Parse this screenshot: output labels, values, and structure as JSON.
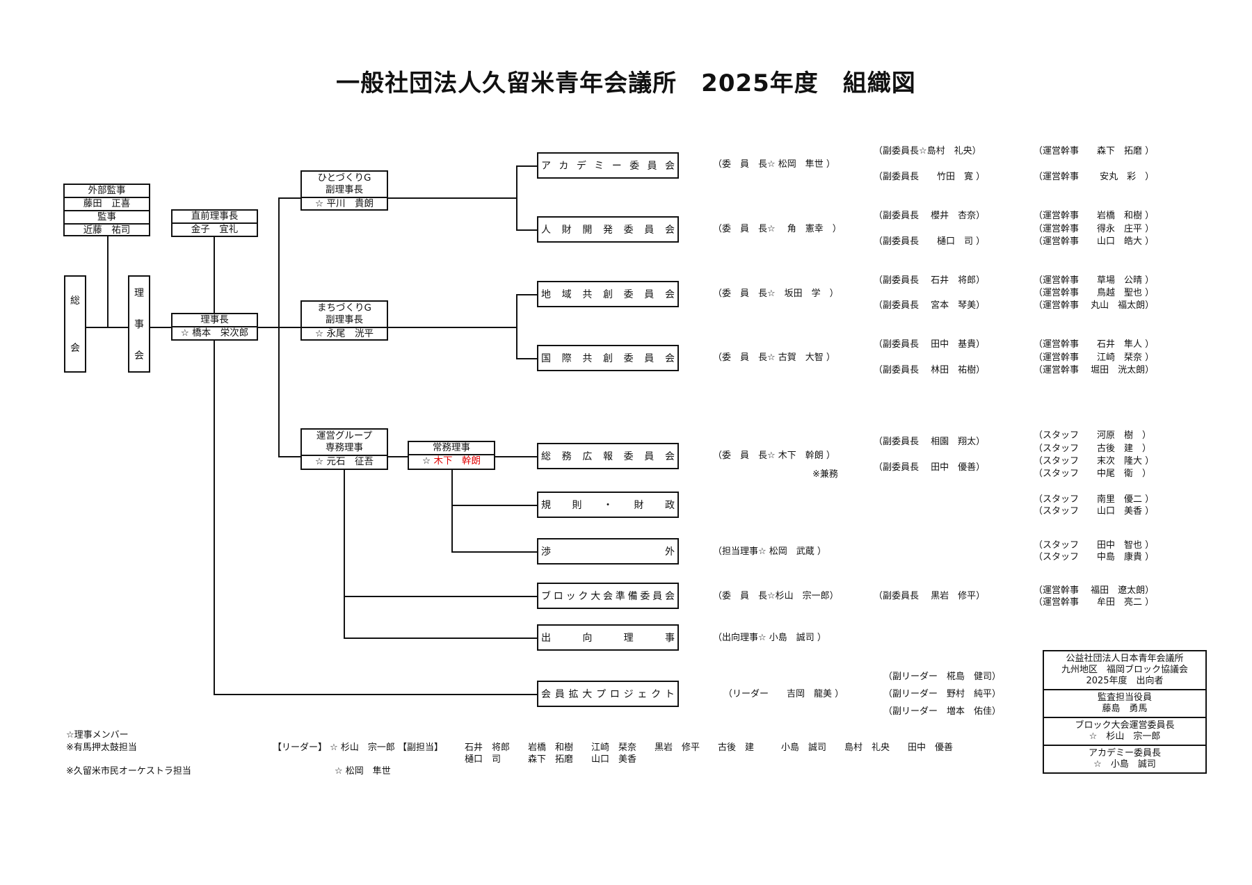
{
  "title": "一般社団法人久留米青年会議所　2025年度　組織図",
  "left": {
    "soukai": [
      "総",
      "会"
    ],
    "rijikai": [
      "理",
      "事",
      "会"
    ],
    "auditors": {
      "external_title": "外部監事",
      "external_name": "藤田　正喜",
      "auditor_title": "監事",
      "auditor_name": "近藤　祐司"
    },
    "past_president": {
      "title": "直前理事長",
      "name": "金子　宜礼"
    },
    "president": {
      "title": "理事長",
      "name": "☆ 橋本　栄次郎"
    }
  },
  "groups": {
    "hitozukuri": {
      "line1": "ひとづくりG",
      "line2": "副理事長",
      "name": "☆ 平川　貴朗"
    },
    "machizukuri": {
      "line1": "まちづくりG",
      "line2": "副理事長",
      "name": "☆ 永尾　洸平"
    },
    "unei": {
      "line1": "運営グループ",
      "line2": "専務理事",
      "name": "☆ 元石　征吾"
    },
    "joumu": {
      "title": "常務理事",
      "star": "☆",
      "name": "木下　幹朗"
    }
  },
  "committees": [
    {
      "label": [
        "ア",
        "カ",
        "デ",
        "ミ",
        "ー",
        "委",
        "員",
        "会"
      ],
      "chair": "（委　員　長☆ 松岡　隼世 ）",
      "vice": [
        "（副委員長☆島村　礼央）",
        "（副委員長　　竹田　寛 ）"
      ],
      "staff": [
        "（運営幹事　　森下　拓磨 ）",
        "（運営幹事　　 安丸　彩　）"
      ]
    },
    {
      "label": [
        "人",
        "財",
        "開",
        "発",
        "委",
        "員",
        "会"
      ],
      "chair": "（委　員　長☆　 角　憲幸　）",
      "vice": [
        "（副委員長　 櫻井　杏奈）",
        "（副委員長　　樋口　司 ）"
      ],
      "staff": [
        "（運営幹事　　岩橋　和樹 ）",
        "（運営幹事　　得永　庄平 ）",
        "（運営幹事　　山口　皓大 ）"
      ]
    },
    {
      "label": [
        "地",
        "域",
        "共",
        "創",
        "委",
        "員",
        "会"
      ],
      "chair": "（委　員　長☆　坂田　学　）",
      "vice": [
        "（副委員長　 石井　将郎）",
        "（副委員長　 宮本　琴美）"
      ],
      "staff": [
        "（運営幹事　　草場　公晴 ）",
        "（運営幹事　　鳥越　聖也 ）",
        "（運営幹事　 丸山　福太朗）"
      ]
    },
    {
      "label": [
        "国",
        "際",
        "共",
        "創",
        "委",
        "員",
        "会"
      ],
      "chair": "（委　員　長☆ 古賀　大智 ）",
      "vice": [
        "（副委員長　 田中　基貴）",
        "（副委員長　 林田　祐樹）"
      ],
      "staff": [
        "（運営幹事　　石井　隼人 ）",
        "（運営幹事　　江崎　栞奈 ）",
        "（運営幹事　 堀田　洸太朗）"
      ]
    },
    {
      "label": [
        "総",
        "務",
        "広",
        "報",
        "委",
        "員",
        "会"
      ],
      "chair": "（委　員　長☆ 木下　幹朗 ）",
      "note": "※兼務",
      "vice": [
        "（副委員長　 相園　翔太）",
        "（副委員長　 田中　優善）"
      ],
      "staff": [
        "（スタッフ　　河原　樹　）",
        "（スタッフ　　古後　建　）",
        "（スタッフ　　末次　隆大 ）",
        "（スタッフ　　中尾　衛　）"
      ]
    },
    {
      "label": [
        "規",
        "則",
        "・",
        "財",
        "政"
      ],
      "chair": "",
      "vice": [],
      "staff": [
        "（スタッフ　　南里　優二 ）",
        "（スタッフ　　山口　美香 ）"
      ]
    },
    {
      "label": [
        "渉",
        "外"
      ],
      "chair": "（担当理事☆ 松岡　武蔵 ）",
      "vice": [],
      "staff": [
        "（スタッフ　　田中　智也 ）",
        "（スタッフ　　中島　康貴 ）"
      ]
    },
    {
      "label": [
        "ブ",
        "ロ",
        "ッ",
        "ク",
        "大",
        "会",
        "準",
        "備",
        "委",
        "員",
        "会"
      ],
      "chair": "（委　員　長☆杉山　宗一郎）",
      "vice": [
        "（副委員長　 黒岩　修平）"
      ],
      "staff": [
        "（運営幹事　 福田　遼太朗）",
        "（運営幹事　　牟田　亮二 ）"
      ]
    },
    {
      "label": [
        "出",
        "向",
        "理",
        "事"
      ],
      "chair": "（出向理事☆ 小島　誠司 ）",
      "vice": [],
      "staff": []
    },
    {
      "label": [
        "会",
        "員",
        "拡",
        "大",
        "プ",
        "ロ",
        "ジ",
        "ェ",
        "ク",
        "ト"
      ],
      "chair": "（リーダー　　吉岡　龍美 ）",
      "vice": [
        "（副リーダー　椛島　健司）",
        "（副リーダー　野村　純平）",
        "（副リーダー　増本　佑佳）"
      ],
      "staff": []
    }
  ],
  "legend_box": [
    [
      "公益社団法人日本青年会議所",
      "九州地区　福岡ブロック協議会",
      "2025年度　出向者"
    ],
    [
      "監査担当役員",
      "藤島　勇馬"
    ],
    [
      "ブロック大会運営委員長",
      "☆　杉山　宗一郎"
    ],
    [
      "アカデミー委員長",
      "☆　小島　誠司"
    ]
  ],
  "footnotes": {
    "star_note": "☆理事メンバー",
    "arima_label": "※有馬押太鼓担当",
    "arima_leader": "【リーダー】 ☆ 杉山　宗一郎 【副担当】",
    "arima_sub_row1": "石井　将郎　　岩橋　和樹　　江崎　栞奈　　黒岩　修平　　古後　建　　　小島　誠司　　島村　礼央　　田中　優善",
    "arima_sub_row2": "樋口　司　　　森下　拓磨　　山口　美香",
    "orchestra_label": "※久留米市民オーケストラ担当",
    "orchestra_name": "☆ 松岡　隼世"
  }
}
